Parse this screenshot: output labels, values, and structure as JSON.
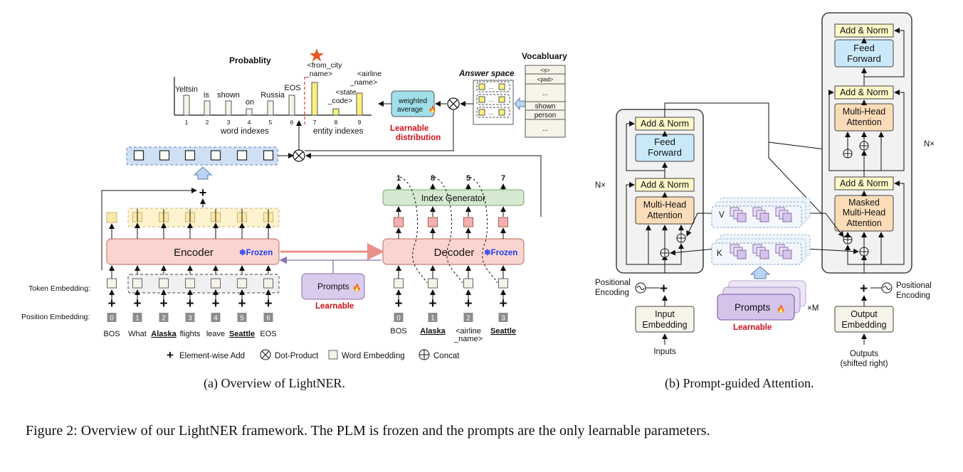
{
  "figure": {
    "caption": "Figure 2: Overview of our LightNER framework. The PLM is frozen and the prompts are the only learnable parameters.",
    "subcaption_a": "(a) Overview of LightNER.",
    "subcaption_b": "(b) Prompt-guided Attention."
  },
  "panel_a": {
    "probablity_title": "Probablity",
    "word_bars": [
      {
        "label": "Yeltsin",
        "index": "1"
      },
      {
        "label": "is",
        "index": "2"
      },
      {
        "label": "shown",
        "index": "3"
      },
      {
        "label": "on",
        "index": "4"
      },
      {
        "label": "Russia",
        "index": "5"
      },
      {
        "label": "EOS",
        "index": "6"
      }
    ],
    "entity_bars": [
      {
        "label_line1": "<from_city",
        "label_line2": "_name>",
        "index": "7"
      },
      {
        "label_line1": "<state",
        "label_line2": "_code>",
        "index": "8"
      },
      {
        "label_line1": "<airline",
        "label_line2": "_name>",
        "index": "9"
      }
    ],
    "word_indexes_label": "word indexes",
    "entity_indexes_label": "entity indexes",
    "weighted_average": [
      "weighted",
      "average"
    ],
    "learnable_distribution": [
      "Learnable",
      "distribution"
    ],
    "answer_space": "Answer space",
    "vocabulary_title": "Vocabluary",
    "vocab_rows": [
      "<s>",
      "<pad>",
      "...",
      "shown",
      "person",
      "..."
    ],
    "encoder_label": "Encoder",
    "decoder_label": "Decoder",
    "frozen_label": "❄Frozen",
    "index_generator": "Index Generator",
    "decoder_output_indices": [
      "1",
      "8",
      "5",
      "7"
    ],
    "prompts_label": "Prompts",
    "learnable_label": "Learnable",
    "token_embedding_label": "Token Embedding:",
    "position_embedding_label": "Position Embedding:",
    "encoder_positions": [
      "0",
      "1",
      "2",
      "3",
      "4",
      "5",
      "6"
    ],
    "encoder_tokens": [
      "BOS",
      "What",
      "Alaska",
      "flights",
      "leave",
      "Seattle",
      "EOS"
    ],
    "decoder_positions": [
      "0",
      "1",
      "2",
      "3"
    ],
    "decoder_tokens": [
      "BOS",
      "Alaska",
      "<airline",
      "Seattle"
    ],
    "decoder_token_2b": "_name>",
    "legend": {
      "add": "Element-wise Add",
      "dot": "Dot-Product",
      "word": "Word Embedding",
      "concat": "Concat"
    },
    "bold_underlined_tokens": [
      "Alaska",
      "Seattle"
    ]
  },
  "panel_b": {
    "add_norm": "Add & Norm",
    "feed_forward": [
      "Feed",
      "Forward"
    ],
    "multi_head_attention": [
      "Multi-Head",
      "Attention"
    ],
    "masked_mha": [
      "Masked",
      "Multi-Head",
      "Attention"
    ],
    "nx": "N×",
    "positional_encoding": [
      "Positional",
      "Encoding"
    ],
    "input_embedding": [
      "Input",
      "Embedding"
    ],
    "output_embedding": [
      "Output",
      "Embedding"
    ],
    "inputs": "Inputs",
    "outputs": [
      "Outputs",
      "(shifted right)"
    ],
    "v_label": "V",
    "k_label": "K",
    "prompts_label": "Prompts",
    "times_m": "×M",
    "learnable_label": "Learnable"
  }
}
